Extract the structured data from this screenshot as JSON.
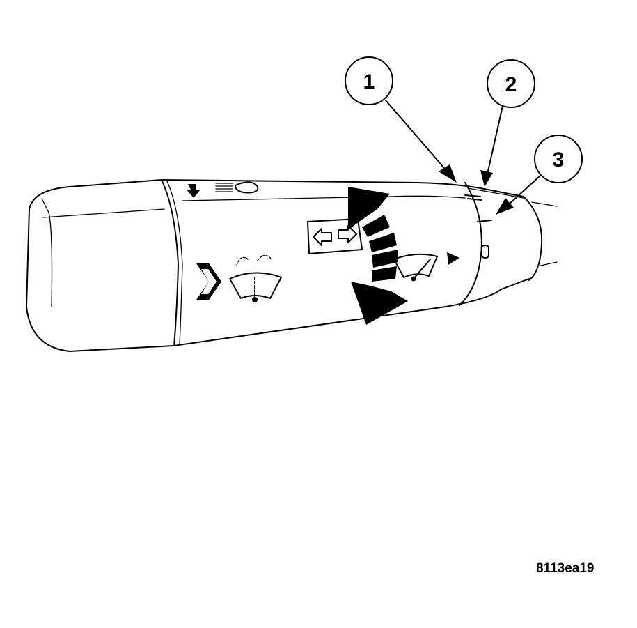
{
  "callouts": [
    {
      "number": "1"
    },
    {
      "number": "2"
    },
    {
      "number": "3"
    }
  ],
  "figure_id": "8113ea19",
  "icons": [
    "washer-arrow-icon",
    "headlamp-flash-icon",
    "turn-signal-arrows-icon",
    "windshield-washer-icon",
    "windshield-wiper-icon",
    "wiper-intermittent-arrow-icon",
    "wiper-off-position-icon",
    "rotation-arrow-icon"
  ],
  "colors": {
    "ink": "#000000",
    "background": "#ffffff"
  }
}
